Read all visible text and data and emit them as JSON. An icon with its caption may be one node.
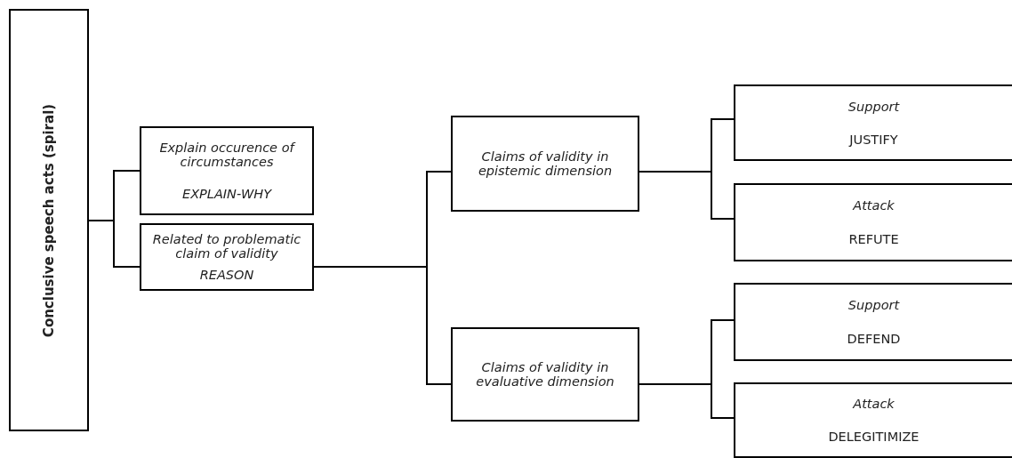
{
  "diagram": {
    "nodes": [
      {
        "text": [
          "Conclusive speech acts (spiral)"
        ]
      },
      {
        "text": [
          "Explain occurence of circumstances",
          "EXPLAIN-WHY"
        ]
      },
      {
        "text": [
          "Related to problematic claim of validity",
          "REASON"
        ]
      },
      {
        "text": [
          "Claims of validity in  epistemic dimension"
        ]
      },
      {
        "text": [
          "Claims of validity in evaluative dimension"
        ]
      },
      {
        "text": [
          "Support",
          "JUSTIFY"
        ]
      },
      {
        "text": [
          "Attack",
          "REFUTE"
        ]
      },
      {
        "text": [
          "Support",
          "DEFEND"
        ]
      },
      {
        "text": [
          "Attack",
          "DELEGITIMIZE"
        ]
      }
    ],
    "edges": [
      {
        "from": 0,
        "to": 1,
        "arrow": "none"
      },
      {
        "from": 0,
        "to": 2,
        "arrow": "none"
      },
      {
        "from": 2,
        "to": 3,
        "arrow": "none"
      },
      {
        "from": 2,
        "to": 4,
        "arrow": "none"
      },
      {
        "from": 3,
        "to": 5,
        "arrow": "none"
      },
      {
        "from": 3,
        "to": 6,
        "arrow": "none"
      },
      {
        "from": 4,
        "to": 7,
        "arrow": "none"
      },
      {
        "from": 4,
        "to": 8,
        "arrow": "none"
      }
    ]
  }
}
